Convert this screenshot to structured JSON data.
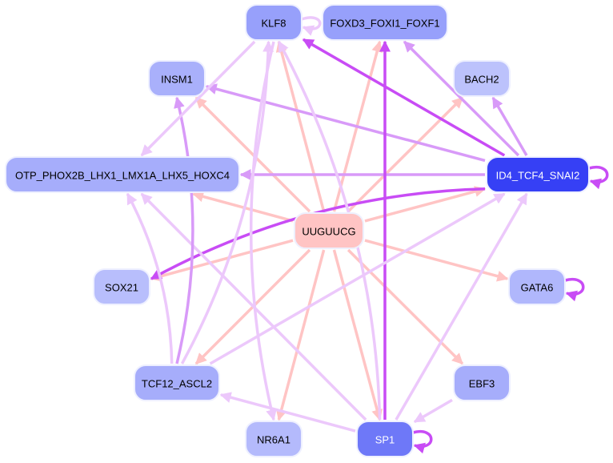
{
  "graph": {
    "type": "directed-network",
    "nodes": [
      {
        "id": "KLF8",
        "label": "KLF8",
        "fill": "#97a0fb",
        "text": "#000000"
      },
      {
        "id": "FOXD3",
        "label": "FOXD3_FOXI1_FOXF1",
        "fill": "#97a0fb",
        "text": "#000000"
      },
      {
        "id": "INSM1",
        "label": "INSM1",
        "fill": "#a9b0fb",
        "text": "#000000"
      },
      {
        "id": "BACH2",
        "label": "BACH2",
        "fill": "#bcc2fc",
        "text": "#000000"
      },
      {
        "id": "OTP",
        "label": "OTP_PHOX2B_LHX1_LMX1A_LHX5_HOXC4",
        "fill": "#a6adfb",
        "text": "#000000"
      },
      {
        "id": "ID4",
        "label": "ID4_TCF4_SNAI2",
        "fill": "#3640f5",
        "text": "#ffffff"
      },
      {
        "id": "UUGUUCG",
        "label": "UUGUUCG",
        "fill": "#ffc4c4",
        "text": "#000000"
      },
      {
        "id": "SOX21",
        "label": "SOX21",
        "fill": "#b8befc",
        "text": "#000000"
      },
      {
        "id": "GATA6",
        "label": "GATA6",
        "fill": "#b0b7fc",
        "text": "#000000"
      },
      {
        "id": "TCF12",
        "label": "TCF12_ASCL2",
        "fill": "#a6adfb",
        "text": "#000000"
      },
      {
        "id": "EBF3",
        "label": "EBF3",
        "fill": "#a6adfb",
        "text": "#000000"
      },
      {
        "id": "NR6A1",
        "label": "NR6A1",
        "fill": "#b4bafc",
        "text": "#000000"
      },
      {
        "id": "SP1",
        "label": "SP1",
        "fill": "#6e78f8",
        "text": "#ffffff"
      }
    ],
    "edge_colors": {
      "strong": "#c84cf5",
      "medium": "#d89af8",
      "light": "#ecc8fb",
      "mirna": "#ffc4c4"
    },
    "edges": [
      {
        "from": "UUGUUCG",
        "to": "KLF8",
        "kind": "mirna"
      },
      {
        "from": "UUGUUCG",
        "to": "FOXD3",
        "kind": "mirna"
      },
      {
        "from": "UUGUUCG",
        "to": "INSM1",
        "kind": "mirna"
      },
      {
        "from": "UUGUUCG",
        "to": "BACH2",
        "kind": "mirna"
      },
      {
        "from": "UUGUUCG",
        "to": "OTP",
        "kind": "mirna"
      },
      {
        "from": "UUGUUCG",
        "to": "ID4",
        "kind": "mirna"
      },
      {
        "from": "UUGUUCG",
        "to": "SOX21",
        "kind": "mirna"
      },
      {
        "from": "UUGUUCG",
        "to": "GATA6",
        "kind": "mirna"
      },
      {
        "from": "UUGUUCG",
        "to": "TCF12",
        "kind": "mirna"
      },
      {
        "from": "UUGUUCG",
        "to": "EBF3",
        "kind": "mirna"
      },
      {
        "from": "UUGUUCG",
        "to": "NR6A1",
        "kind": "mirna"
      },
      {
        "from": "UUGUUCG",
        "to": "SP1",
        "kind": "mirna"
      },
      {
        "from": "ID4",
        "to": "KLF8",
        "kind": "strong"
      },
      {
        "from": "ID4",
        "to": "FOXD3",
        "kind": "medium"
      },
      {
        "from": "ID4",
        "to": "INSM1",
        "kind": "medium"
      },
      {
        "from": "ID4",
        "to": "BACH2",
        "kind": "medium"
      },
      {
        "from": "ID4",
        "to": "OTP",
        "kind": "medium"
      },
      {
        "from": "ID4",
        "to": "SOX21",
        "kind": "strong",
        "curved": true
      },
      {
        "from": "ID4",
        "to": "ID4",
        "kind": "strong",
        "self": true
      },
      {
        "from": "SP1",
        "to": "FOXD3",
        "kind": "strong"
      },
      {
        "from": "SP1",
        "to": "ID4",
        "kind": "light"
      },
      {
        "from": "SP1",
        "to": "TCF12",
        "kind": "light"
      },
      {
        "from": "SP1",
        "to": "OTP",
        "kind": "light"
      },
      {
        "from": "SP1",
        "to": "KLF8",
        "kind": "light",
        "curved": true
      },
      {
        "from": "SP1",
        "to": "SP1",
        "kind": "strong",
        "self": true
      },
      {
        "from": "TCF12",
        "to": "KLF8",
        "kind": "light",
        "curved": true
      },
      {
        "from": "TCF12",
        "to": "INSM1",
        "kind": "medium",
        "curved": true
      },
      {
        "from": "TCF12",
        "to": "ID4",
        "kind": "light"
      },
      {
        "from": "TCF12",
        "to": "OTP",
        "kind": "light",
        "curved": true
      },
      {
        "from": "KLF8",
        "to": "OTP",
        "kind": "light"
      },
      {
        "from": "KLF8",
        "to": "NR6A1",
        "kind": "light",
        "curved": true
      },
      {
        "from": "KLF8",
        "to": "FOXD3",
        "kind": "light",
        "self_like": true
      },
      {
        "from": "EBF3",
        "to": "SP1",
        "kind": "light"
      },
      {
        "from": "GATA6",
        "to": "GATA6",
        "kind": "strong",
        "self": true
      }
    ]
  }
}
